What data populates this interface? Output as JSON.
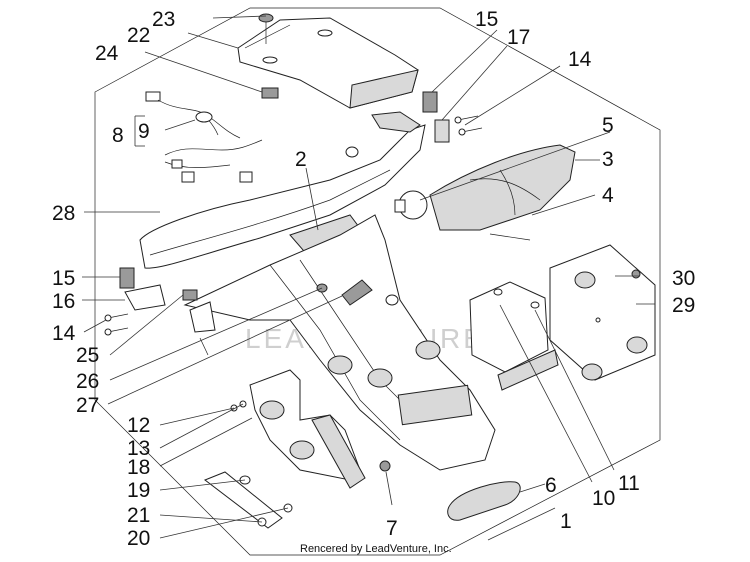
{
  "callouts": [
    {
      "id": "c23",
      "text": "23"
    },
    {
      "id": "c22",
      "text": "22"
    },
    {
      "id": "c24",
      "text": "24"
    },
    {
      "id": "c15a",
      "text": "15"
    },
    {
      "id": "c17",
      "text": "17"
    },
    {
      "id": "c14a",
      "text": "14"
    },
    {
      "id": "c9",
      "text": "9"
    },
    {
      "id": "c8",
      "text": "8"
    },
    {
      "id": "c5",
      "text": "5"
    },
    {
      "id": "c2",
      "text": "2"
    },
    {
      "id": "c3",
      "text": "3"
    },
    {
      "id": "c4",
      "text": "4"
    },
    {
      "id": "c28",
      "text": "28"
    },
    {
      "id": "c15b",
      "text": "15"
    },
    {
      "id": "c16",
      "text": "16"
    },
    {
      "id": "c30",
      "text": "30"
    },
    {
      "id": "c29",
      "text": "29"
    },
    {
      "id": "c14b",
      "text": "14"
    },
    {
      "id": "c25",
      "text": "25"
    },
    {
      "id": "c26",
      "text": "26"
    },
    {
      "id": "c27",
      "text": "27"
    },
    {
      "id": "c12",
      "text": "12"
    },
    {
      "id": "c13",
      "text": "13"
    },
    {
      "id": "c18",
      "text": "18"
    },
    {
      "id": "c11",
      "text": "11"
    },
    {
      "id": "c10",
      "text": "10"
    },
    {
      "id": "c19",
      "text": "19"
    },
    {
      "id": "c6",
      "text": "6"
    },
    {
      "id": "c21",
      "text": "21"
    },
    {
      "id": "c1",
      "text": "1"
    },
    {
      "id": "c7",
      "text": "7"
    },
    {
      "id": "c20",
      "text": "20"
    }
  ],
  "watermark": "LEADVENTURE",
  "credit": "Rencered by LeadVenture, Inc."
}
